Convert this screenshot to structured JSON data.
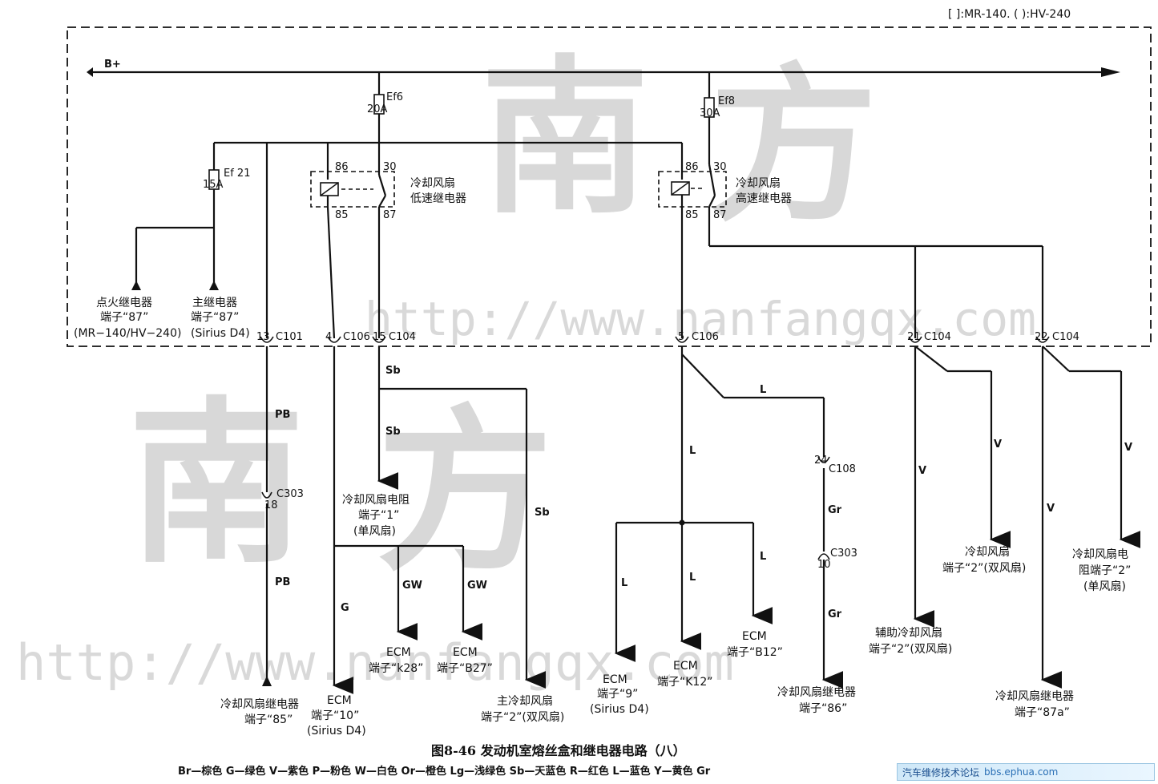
{
  "header_note": "[ ]:MR-140. ( ):HV-240",
  "watermark": {
    "char1": "南",
    "char2": "方",
    "url": "http://www.nanfangqx.com"
  },
  "bus_label": "B+",
  "fuses": {
    "ef6": {
      "name": "Ef6",
      "rating": "20A"
    },
    "ef8": {
      "name": "Ef8",
      "rating": "30A"
    },
    "ef21": {
      "name": "Ef 21",
      "rating": "15A"
    }
  },
  "relays": {
    "low": {
      "name_line1": "冷却风扇",
      "name_line2": "低速继电器",
      "pin86": "86",
      "pin30": "30",
      "pin85": "85",
      "pin87": "87"
    },
    "high": {
      "name_line1": "冷却风扇",
      "name_line2": "高速继电器",
      "pin86": "86",
      "pin30": "30",
      "pin85": "85",
      "pin87": "87"
    }
  },
  "outputs_top": {
    "ignition": {
      "line1": "点火继电器",
      "line2": "端子“87”",
      "line3": "(MR−140/HV−240)"
    },
    "main": {
      "line1": "主继电器",
      "line2": "端子“87”",
      "line3": "(Sirius D4)"
    }
  },
  "connectors": {
    "c101": {
      "pin": "13",
      "name": "C101"
    },
    "c106a": {
      "pin": "4",
      "name": "C106"
    },
    "c104a": {
      "pin": "15",
      "name": "C104"
    },
    "c106b": {
      "pin": "5",
      "name": "C106"
    },
    "c104b": {
      "pin": "21",
      "name": "C104"
    },
    "c104c": {
      "pin": "22",
      "name": "C104"
    },
    "c303a": {
      "pin": "18",
      "name": "C303"
    },
    "c108": {
      "pin": "24",
      "name": "C108"
    },
    "c303b": {
      "pin": "10",
      "name": "C303"
    }
  },
  "wire_colors": {
    "pb1": "PB",
    "pb2": "PB",
    "g": "G",
    "sb1": "Sb",
    "sb2": "Sb",
    "sb3": "Sb",
    "gw1": "GW",
    "gw2": "GW",
    "l1": "L",
    "l2": "L",
    "l3": "L",
    "l4": "L",
    "l5": "L",
    "gr1": "Gr",
    "gr2": "Gr",
    "v1": "V",
    "v2": "V",
    "v3": "V",
    "v4": "V"
  },
  "destinations": {
    "fan_relay_85": {
      "line1": "冷却风扇继电器",
      "line2": "端子“85”"
    },
    "ecm10": {
      "line1": "ECM",
      "line2": "端子“10”",
      "line3": "(Sirius D4)"
    },
    "resistor1": {
      "line1": "冷却风扇电阻",
      "line2": "端子“1”",
      "line3": "(单风扇)"
    },
    "ecm_k28": {
      "line1": "ECM",
      "line2": "端子“k28”"
    },
    "ecm_b27": {
      "line1": "ECM",
      "line2": "端子“B27”"
    },
    "main_fan2": {
      "line1": "主冷却风扇",
      "line2": "端子“2”(双风扇)"
    },
    "ecm9": {
      "line1": "ECM",
      "line2": "端子“9”",
      "line3": "(Sirius D4)"
    },
    "ecm_k12": {
      "line1": "ECM",
      "line2": "端子“K12”"
    },
    "ecm_b12": {
      "line1": "ECM",
      "line2": "端子“B12”"
    },
    "fan_relay_86": {
      "line1": "冷却风扇继电器",
      "line2": "端子“86”"
    },
    "aux_fan2": {
      "line1": "辅助冷却风扇",
      "line2": "端子“2”(双风扇)"
    },
    "fan2": {
      "line1": "冷却风扇",
      "line2": "端子“2”(双风扇)"
    },
    "fan_relay_87a": {
      "line1": "冷却风扇继电器",
      "line2": "端子“87a”"
    },
    "resistor2": {
      "line1": "冷却风扇电",
      "line2": "阻端子“2”",
      "line3": "(单风扇)"
    }
  },
  "caption": "图8-46   发动机室熔丝盒和继电器电路（八）",
  "legend": "Br—棕色   G—绿色   V—紫色   P—粉色   W—白色   Or—橙色   Lg—浅绿色   Sb—天蓝色   R—红色   L—蓝色   Y—黄色   Gr",
  "forum_tag": {
    "name": "汽车维修技术论坛",
    "url": "bbs.ephua.com"
  }
}
